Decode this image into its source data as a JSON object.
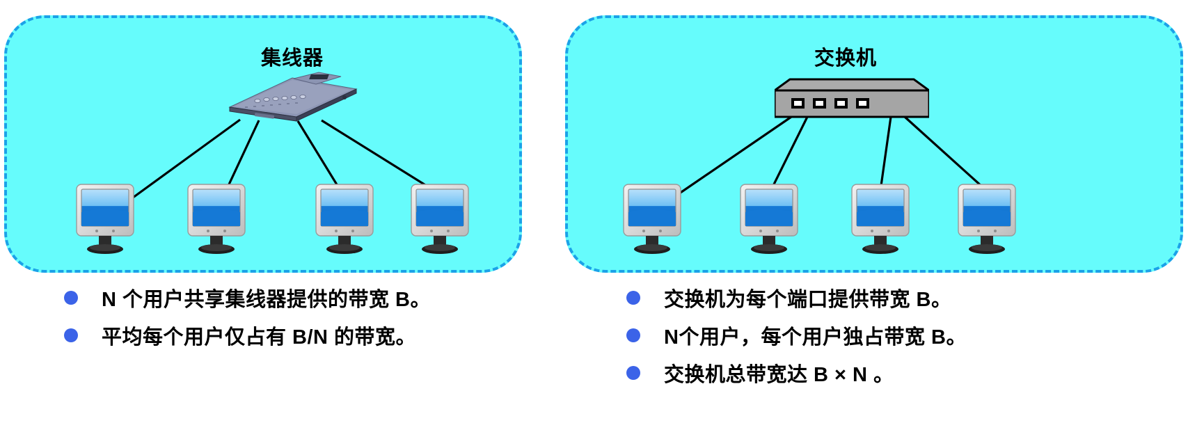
{
  "diagram": {
    "title_hub": "集线器",
    "title_switch": "交换机",
    "panel_fill_color": "#66FCFC",
    "panel_border_color": "#1BA2E8",
    "bullet_color": "#3B63E8",
    "link_color": "#000000",
    "hub_body_color": "#7A85A8",
    "switch_body_color": "#A3A3A3",
    "monitor_screen_color": "#1579D6",
    "monitor_bezel_color": "#D8D8D8"
  },
  "hub_panel": {
    "device_label": "集线器",
    "device_name": "hub-device",
    "ports": 4,
    "clients": [
      {
        "label": "computer-1"
      },
      {
        "label": "computer-2"
      },
      {
        "label": "computer-3"
      },
      {
        "label": "computer-4"
      }
    ],
    "bullets": [
      "N 个用户共享集线器提供的带宽 B。",
      "平均每个用户仅占有 B/N 的带宽。"
    ]
  },
  "switch_panel": {
    "device_label": "交换机",
    "device_name": "switch-device",
    "ports": 4,
    "clients": [
      {
        "label": "computer-1"
      },
      {
        "label": "computer-2"
      },
      {
        "label": "computer-3"
      },
      {
        "label": "computer-4"
      }
    ],
    "bullets": [
      "交换机为每个端口提供带宽 B。",
      "N个用户，每个用户独占带宽 B。",
      "交换机总带宽达 B × N 。"
    ]
  }
}
